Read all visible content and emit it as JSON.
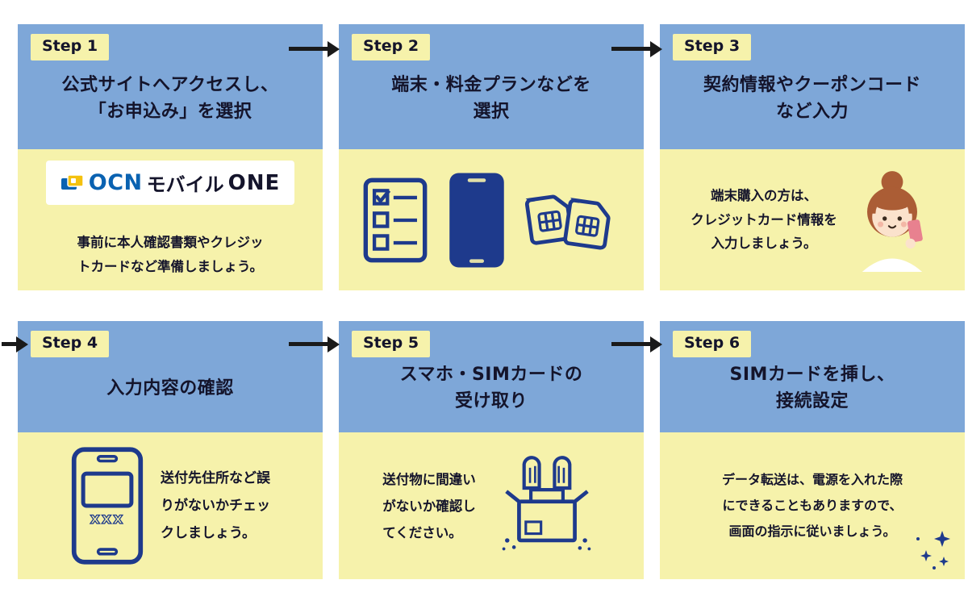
{
  "colors": {
    "header_blue": "#7ea7d8",
    "body_yellow": "#f6f2ab",
    "badge_yellow": "#f6f2ab",
    "icon_navy": "#1e3a8c",
    "text_dark": "#14142b",
    "arrow_black": "#1a1a1a",
    "logo_blue": "#0a62b1"
  },
  "steps": [
    {
      "badge": "Step 1",
      "title": "公式サイトへアクセスし、\n「お申込み」を選択",
      "logo": {
        "icon": "ocn-sim-logo-icon",
        "ocn": "OCN",
        "mobile": "モバイル",
        "one": "ONE"
      },
      "body_text": "事前に本人確認書類やクレジッ\nトカードなど準備しましょう。"
    },
    {
      "badge": "Step 2",
      "title": "端末・料金プランなどを\n選択",
      "icons": [
        "checklist-icon",
        "smartphone-icon",
        "sim-cards-icon"
      ]
    },
    {
      "badge": "Step 3",
      "title": "契約情報やクーポンコード\nなど入力",
      "body_text": "端末購入の方は、\nクレジットカード情報を\n入力しましょう。",
      "icons": [
        "woman-with-phone-illustration"
      ]
    },
    {
      "badge": "Step 4",
      "title": "入力内容の確認",
      "body_text": "送付先住所など誤\nりがないかチェッ\nクしましょう。",
      "phone_label": "xxx",
      "icons": [
        "phone-check-icon"
      ]
    },
    {
      "badge": "Step 5",
      "title": "スマホ・SIMカードの\n受け取り",
      "body_text": "送付物に間違い\nがないか確認し\nてください。",
      "icons": [
        "package-box-icon"
      ]
    },
    {
      "badge": "Step 6",
      "title": "SIMカードを挿し、\n接続設定",
      "body_text": "データ転送は、電源を入れた際\nにできることもありますので、\n画面の指示に従いましょう。",
      "icons": [
        "sparkles-icon"
      ]
    }
  ]
}
